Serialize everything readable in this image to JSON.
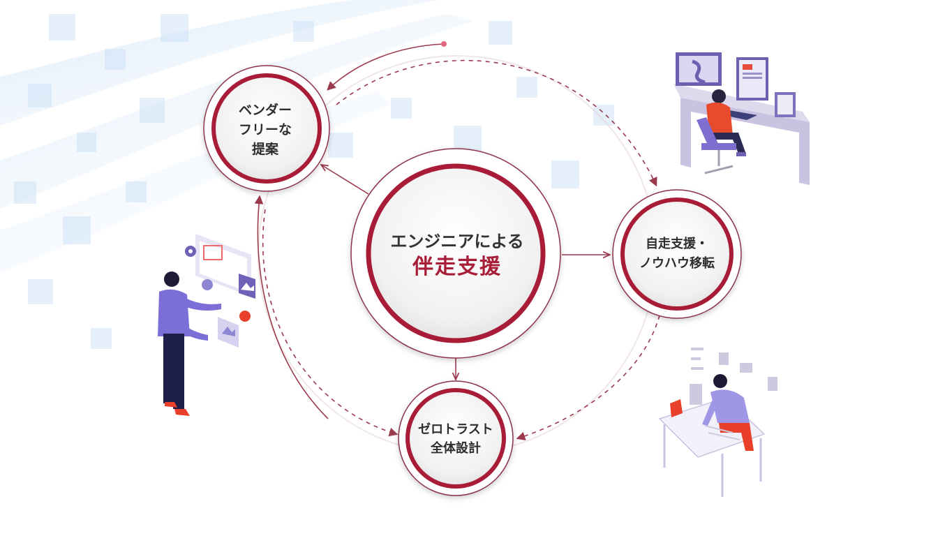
{
  "center": {
    "line1": "エンジニアによる",
    "line2": "伴走支援"
  },
  "nodes": {
    "vendor_free": {
      "line1": "ベンダー",
      "line2": "フリーな",
      "line3": "提案"
    },
    "self_support": {
      "line1": "自走支援・",
      "line2": "ノウハウ移転"
    },
    "zero_trust": {
      "line1": "ゼロトラスト",
      "line2": "全体設計"
    }
  },
  "colors": {
    "accent": "#a81d38",
    "ring_outer": "#7a2a3a",
    "text": "#2d2d2d",
    "bg_blue": "#cfe3f7"
  }
}
